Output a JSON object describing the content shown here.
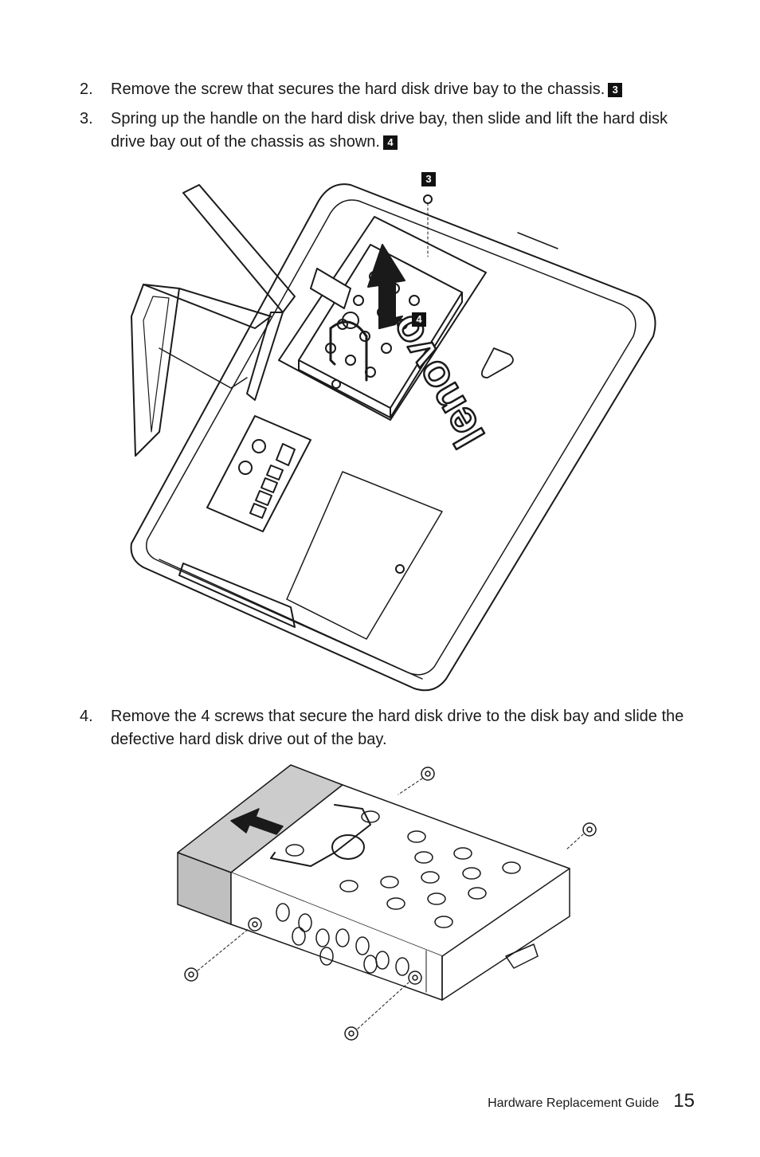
{
  "steps": [
    {
      "number": "2.",
      "text": "Remove the screw that secures the hard disk drive bay to the chassis.",
      "badge": "3"
    },
    {
      "number": "3.",
      "text": "Spring up the handle on the hard disk drive bay, then slide and lift the hard disk drive bay out of the chassis as shown.",
      "badge": "4"
    },
    {
      "number": "4.",
      "text": "Remove the 4 screws that secure the hard disk drive to the disk bay and slide the defective hard disk drive out of the bay."
    }
  ],
  "figure1": {
    "callout_screw": "3",
    "callout_lift": "4",
    "logo_text": "lenovo"
  },
  "footer": {
    "guide_title": "Hardware Replacement Guide",
    "page_number": "15"
  }
}
